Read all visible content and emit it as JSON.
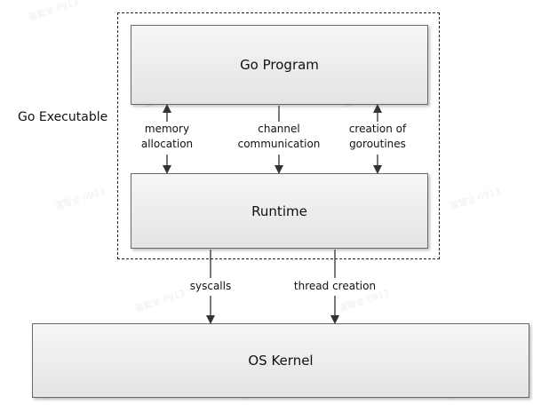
{
  "diagram": {
    "container_label": "Go Executable",
    "boxes": {
      "go_program": "Go Program",
      "runtime": "Runtime",
      "os_kernel": "OS Kernel"
    },
    "runtime_links": [
      {
        "line1": "memory",
        "line2": "allocation"
      },
      {
        "line1": "channel",
        "line2": "communication"
      },
      {
        "line1": "creation of",
        "line2": "goroutines"
      }
    ],
    "kernel_links": [
      "syscalls",
      "thread creation"
    ]
  },
  "watermark": "温智全 0913"
}
